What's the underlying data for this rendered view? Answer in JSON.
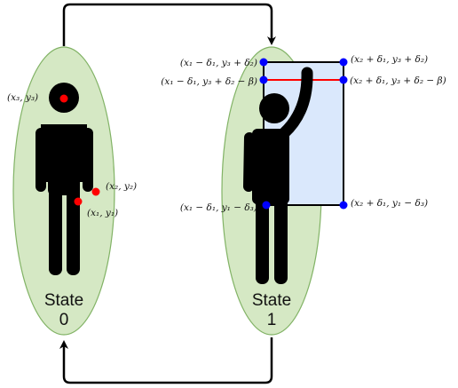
{
  "states": [
    {
      "line1": "State",
      "line2": "0"
    },
    {
      "line1": "State",
      "line2": "1"
    }
  ],
  "labels": {
    "p_x3y3": "(x₃, y₃)",
    "p_x2y2": "(x₂, y₂)",
    "p_x1y1": "(x₁, y₁)",
    "box_top_left": "(x₁ − δ₁, y₃ + δ₂)",
    "box_top_right": "(x₂ + δ₁, y₃ + δ₂)",
    "line_left": "(x₁ − δ₁, y₃ + δ₂ − β)",
    "line_right": "(x₂ + δ₁, y₃ + δ₂ − β)",
    "box_bottom_left": "(x₁ − δ₁, y₁ − δ₃)",
    "box_bottom_right": "(x₂ + δ₁, y₁ − δ₃)"
  },
  "colors": {
    "ellipse_fill": "#d5e8c4",
    "ellipse_stroke": "#82b366",
    "figure": "#000000",
    "keypoint": "#ff0000",
    "corner": "#0000ff",
    "box_fill": "#dae8fc",
    "threshold_line": "#ff0000"
  }
}
